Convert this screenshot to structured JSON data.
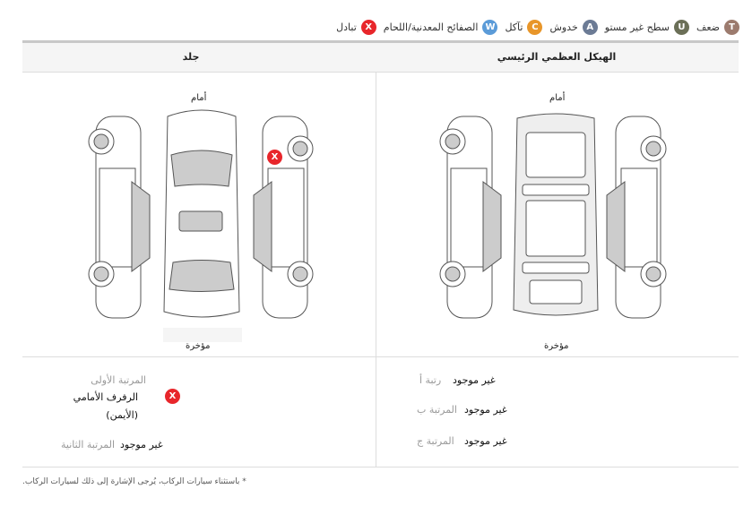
{
  "legend": [
    {
      "code": "T",
      "label": "ضعف",
      "color": "#9c7b6e"
    },
    {
      "code": "U",
      "label": "سطح غير مستو",
      "color": "#6b6f57"
    },
    {
      "code": "A",
      "label": "خدوش",
      "color": "#6c7b95"
    },
    {
      "code": "C",
      "label": "تآكل",
      "color": "#e8962a"
    },
    {
      "code": "W",
      "label": "الصفائح المعدنية/اللحام",
      "color": "#5b9bd8"
    },
    {
      "code": "X",
      "label": "تبادل",
      "color": "#e8262b"
    }
  ],
  "sections": {
    "leather": {
      "title": "جلد",
      "front": "أمام",
      "rear": "مؤخرة"
    },
    "frame": {
      "title": "الهيكل العظمي الرئيسي",
      "front": "أمام",
      "rear": "مؤخرة"
    }
  },
  "leather_details": {
    "rank1_label": "المرتبة الأولى",
    "rank1_item": "الرفرف الأمامي (الأيمن)",
    "rank1_mark": "X",
    "rank2_label": "المرتبة الثانية",
    "rank2_value": "غير موجود"
  },
  "frame_details": {
    "rankA_label": "رتبة أ",
    "rankA_value": "غير موجود",
    "rankB_label": "المرتبة ب",
    "rankB_value": "غير موجود",
    "rankC_label": "المرتبة ج",
    "rankC_value": "غير موجود"
  },
  "footnote": "* باستثناء سيارات الركاب، يُرجى الإشارة إلى ذلك لسيارات الركاب."
}
